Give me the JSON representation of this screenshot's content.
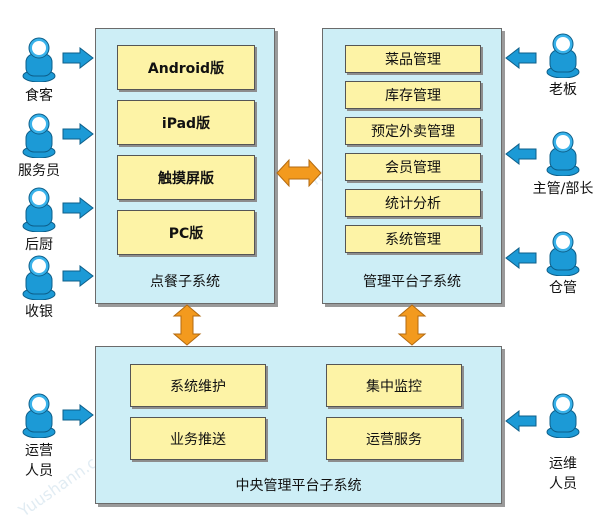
{
  "ordering_subsystem": {
    "title": "点餐子系统",
    "modules": [
      "Android版",
      "iPad版",
      "触摸屏版",
      "PC版"
    ]
  },
  "management_subsystem": {
    "title": "管理平台子系统",
    "modules": [
      "菜品管理",
      "库存管理",
      "预定外卖管理",
      "会员管理",
      "统计分析",
      "系统管理"
    ]
  },
  "central_subsystem": {
    "title": "中央管理平台子系统",
    "modules": [
      "系统维护",
      "集中监控",
      "业务推送",
      "运营服务"
    ]
  },
  "left_actors": [
    "食客",
    "服务员",
    "后厨",
    "收银"
  ],
  "right_actors": [
    "老板",
    "主管/部长",
    "仓管"
  ],
  "bottom_left_actor": [
    "运营",
    "人员"
  ],
  "bottom_right_actor": [
    "运维",
    "人员"
  ],
  "watermark": "Yuushann.com",
  "colors": {
    "panel": "#cdeef6",
    "module": "#fdf3a6",
    "blue_arrow": "#1c9ad6",
    "orange_arrow": "#f39a1e"
  }
}
